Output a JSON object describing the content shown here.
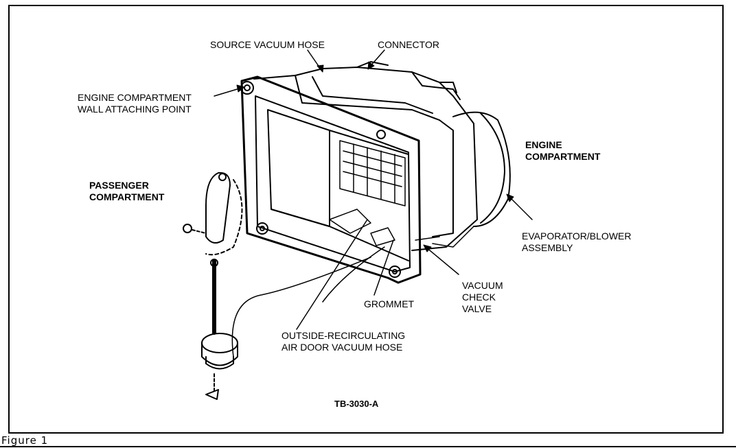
{
  "labels": {
    "source_vacuum_hose": "SOURCE VACUUM HOSE",
    "connector": "CONNECTOR",
    "engine_wall_line1": "ENGINE COMPARTMENT",
    "engine_wall_line2": "WALL ATTACHING POINT",
    "engine_compartment_line1": "ENGINE",
    "engine_compartment_line2": "COMPARTMENT",
    "passenger_compartment_line1": "PASSENGER",
    "passenger_compartment_line2": "COMPARTMENT",
    "evaporator_line1": "EVAPORATOR/BLOWER",
    "evaporator_line2": "ASSEMBLY",
    "vacuum_check_line1": "VACUUM",
    "vacuum_check_line2": "CHECK",
    "vacuum_check_line3": "VALVE",
    "grommet": "GROMMET",
    "outside_recirc_line1": "OUTSIDE-RECIRCULATING",
    "outside_recirc_line2": "AIR DOOR VACUUM HOSE",
    "part_number": "TB-3030-A"
  },
  "caption": "Figure 1"
}
